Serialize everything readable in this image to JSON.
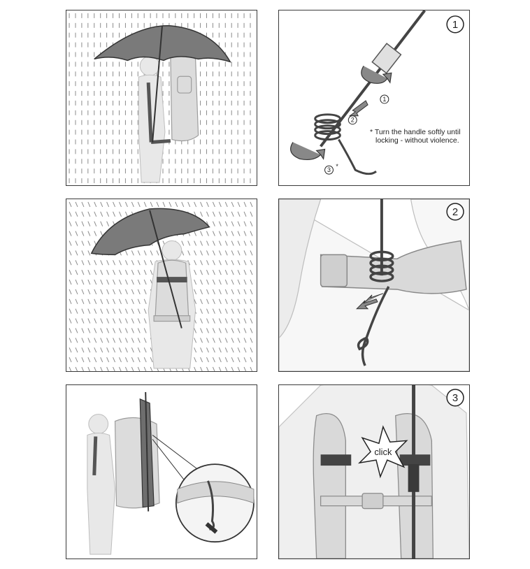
{
  "steps": {
    "one": "1",
    "two": "2",
    "three": "3"
  },
  "panel_b": {
    "note_line1": "* Turn the handle softly until",
    "note_line2": "locking - without violence.",
    "arrow_label_1": "1",
    "arrow_label_2": "2",
    "arrow_label_3": "3",
    "asterisk": "*"
  },
  "panel_f": {
    "click_label": "click"
  },
  "colors": {
    "line": "#3a3a3a",
    "person_fill": "#e6e6e6",
    "person_stroke": "#bdbdbd",
    "umbrella": "#7a7a7a",
    "strap": "#555555",
    "cord": "#4a4a4a"
  },
  "icons": [
    "rain-lines",
    "umbrella",
    "hiker-silhouette",
    "backpack",
    "rotate-arrow-icon",
    "click-burst-icon",
    "step-number-badge"
  ]
}
